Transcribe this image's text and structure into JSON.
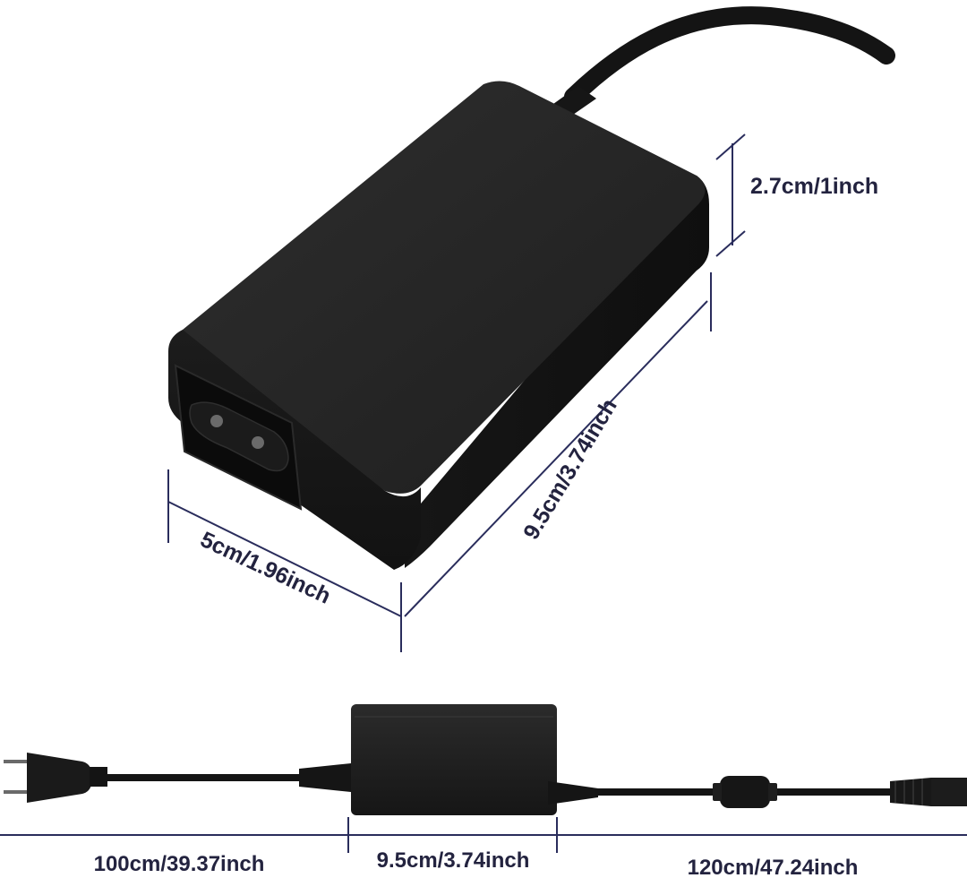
{
  "dimensions": {
    "height": "2.7cm/1inch",
    "length": "9.5cm/3.74inch",
    "width": "5cm/1.96inch"
  },
  "cable_dimensions": {
    "ac_cable": "100cm/39.37inch",
    "adapter": "9.5cm/3.74inch",
    "dc_cable": "120cm/47.24inch"
  },
  "colors": {
    "dimension_line": "#2a2d5c",
    "body": "#1c1c1c",
    "body_top": "#262626",
    "body_side": "#121212",
    "text": "#23233f"
  },
  "icons": {
    "socket": "c8-figure-8-socket-icon",
    "plug": "eu-plug-icon",
    "dc_connector": "dc-barrel-connector-icon"
  }
}
